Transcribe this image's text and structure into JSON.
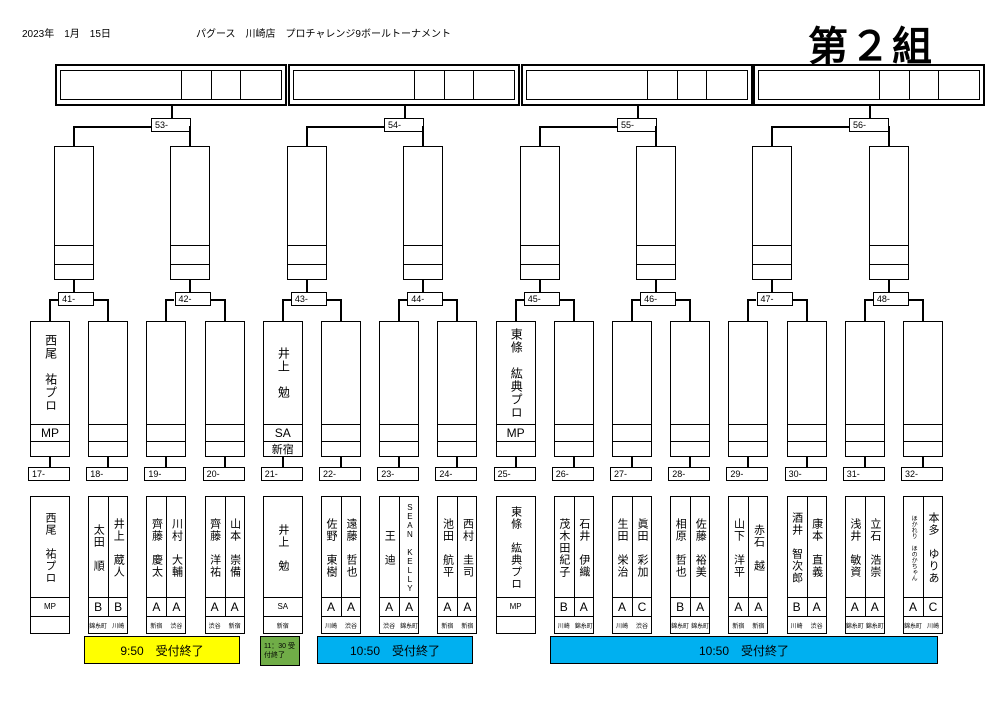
{
  "header": {
    "date": "2023年　1月　15日",
    "title": "パグース　川崎店　プロチャレンジ9ボールトーナメント",
    "group": "第２組"
  },
  "semis": [
    {
      "label": "53-"
    },
    {
      "label": "54-"
    },
    {
      "label": "55-"
    },
    {
      "label": "56-"
    }
  ],
  "round2": [
    {
      "label": "41-"
    },
    {
      "label": "42-"
    },
    {
      "label": "43-"
    },
    {
      "label": "44-"
    },
    {
      "label": "45-"
    },
    {
      "label": "46-"
    },
    {
      "label": "47-"
    },
    {
      "label": "48-"
    }
  ],
  "seeds": [
    {
      "slot": 0,
      "name": "西尾　祐プロ",
      "badge": "MP",
      "sub": ""
    },
    {
      "slot": 4,
      "name": "井上　勉",
      "badge": "SA",
      "sub": "新宿"
    },
    {
      "slot": 8,
      "name": "東條　紘典プロ",
      "badge": "MP",
      "sub": ""
    }
  ],
  "matches": [
    {
      "label": "17-",
      "players": [
        {
          "name": "西尾　祐プロ",
          "rank": "MP",
          "shop": ""
        }
      ]
    },
    {
      "label": "18-",
      "players": [
        {
          "name": "太田　順",
          "rank": "B",
          "shop": "錦糸町"
        },
        {
          "name": "井上　蔵人",
          "rank": "B",
          "shop": "川崎"
        }
      ]
    },
    {
      "label": "19-",
      "players": [
        {
          "name": "齊藤　慶太",
          "rank": "A",
          "shop": "新宿"
        },
        {
          "name": "川村　大輔",
          "rank": "A",
          "shop": "渋谷"
        }
      ]
    },
    {
      "label": "20-",
      "players": [
        {
          "name": "齊藤　洋祐",
          "rank": "A",
          "shop": "渋谷"
        },
        {
          "name": "山本　崇備",
          "rank": "A",
          "shop": "新宿"
        }
      ]
    },
    {
      "label": "21-",
      "players": [
        {
          "name": "井上　勉",
          "rank": "SA",
          "shop": "新宿"
        }
      ]
    },
    {
      "label": "22-",
      "players": [
        {
          "name": "佐野　東樹",
          "rank": "A",
          "shop": "川崎"
        },
        {
          "name": "遠藤　哲也",
          "rank": "A",
          "shop": "渋谷"
        }
      ]
    },
    {
      "label": "23-",
      "players": [
        {
          "name": "王　迪",
          "rank": "A",
          "shop": "渋谷"
        },
        {
          "name": "SEAN KELLY",
          "rank": "A",
          "shop": "錦糸町"
        }
      ]
    },
    {
      "label": "24-",
      "players": [
        {
          "name": "池田　航平",
          "rank": "A",
          "shop": "新宿"
        },
        {
          "name": "西村　圭司",
          "rank": "A",
          "shop": "新宿"
        }
      ]
    },
    {
      "label": "25-",
      "players": [
        {
          "name": "東條　紘典プロ",
          "rank": "MP",
          "shop": ""
        }
      ]
    },
    {
      "label": "26-",
      "players": [
        {
          "name": "茂木田紀子",
          "rank": "B",
          "shop": "川崎"
        },
        {
          "name": "石井　伊織",
          "rank": "A",
          "shop": "錦糸町"
        }
      ]
    },
    {
      "label": "27-",
      "players": [
        {
          "name": "生田　栄治",
          "rank": "A",
          "shop": "川崎"
        },
        {
          "name": "眞田　彩加",
          "rank": "C",
          "shop": "渋谷"
        }
      ]
    },
    {
      "label": "28-",
      "players": [
        {
          "name": "相原　哲也",
          "rank": "B",
          "shop": "錦糸町"
        },
        {
          "name": "佐藤　裕美",
          "rank": "A",
          "shop": "錦糸町"
        }
      ]
    },
    {
      "label": "29-",
      "players": [
        {
          "name": "山下　洋平",
          "rank": "A",
          "shop": "新宿"
        },
        {
          "name": "赤石　越",
          "rank": "A",
          "shop": "新宿"
        }
      ]
    },
    {
      "label": "30-",
      "players": [
        {
          "name": "酒井　智次郎",
          "rank": "B",
          "shop": "川崎"
        },
        {
          "name": "康本　直義",
          "rank": "A",
          "shop": "渋谷"
        }
      ]
    },
    {
      "label": "31-",
      "players": [
        {
          "name": "浅井　敏資",
          "rank": "A",
          "shop": "錦糸町"
        },
        {
          "name": "立石　浩崇",
          "rank": "A",
          "shop": "錦糸町"
        }
      ]
    },
    {
      "label": "32-",
      "players": [
        {
          "name": "ほかれり　ほのかちゃん",
          "rank": "A",
          "shop": "錦糸町"
        },
        {
          "name": "本多　ゆりあ",
          "rank": "C",
          "shop": "川崎"
        }
      ]
    }
  ],
  "banners": [
    {
      "text": "9:50　受付終了",
      "color": "#ffff00"
    },
    {
      "text": "11：30 受付終了",
      "color": "#70ad47"
    },
    {
      "text": "10:50　受付終了",
      "color": "#00b0f0"
    },
    {
      "text": "10:50　受付終了",
      "color": "#00b0f0"
    }
  ]
}
